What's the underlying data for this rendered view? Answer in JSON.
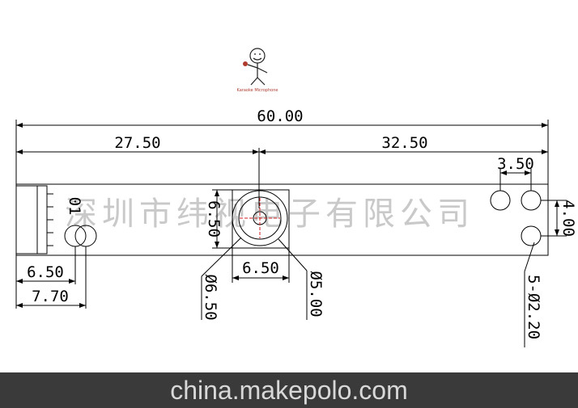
{
  "logo": {
    "text": "Karaoke Microphone",
    "icon": "stick-figure-microphone-icon"
  },
  "watermark": "深圳市纬视电子有限公司",
  "dimensions": {
    "overall_length": "60.00",
    "left_offset": "27.50",
    "right_offset": "32.50",
    "hole_spacing": "3.50",
    "hole_vertical": "4.00",
    "lens_height": "6.50",
    "lens_width": "6.50",
    "connector_offset_a": "6.50",
    "connector_offset_b": "7.70",
    "lens_outer_dia": "Ø6.50",
    "lens_inner_dia": "Ø5.00",
    "mount_holes": "5-Ø2.20",
    "connector_label": "01"
  },
  "footer": "china.makepolo.com",
  "colors": {
    "line": "#000000",
    "crosshair": "#d22222",
    "footer_bg": "#3a3a3a",
    "footer_text": "#d8d8d8",
    "watermark": "#c9c9c9"
  }
}
